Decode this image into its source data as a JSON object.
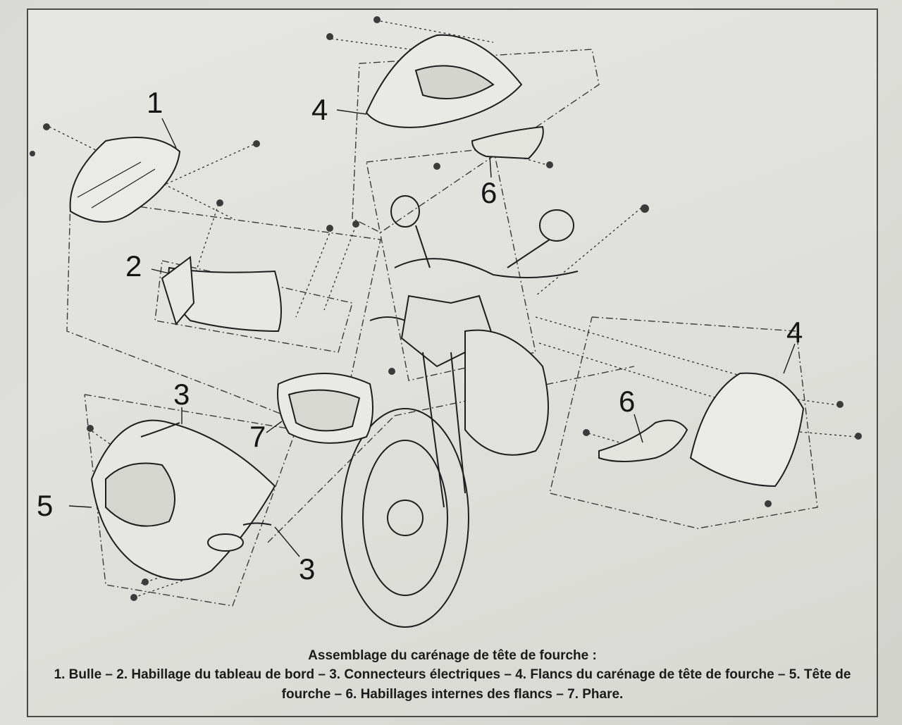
{
  "diagram": {
    "callouts": [
      {
        "id": "c1",
        "label": "1"
      },
      {
        "id": "c2",
        "label": "2"
      },
      {
        "id": "c3a",
        "label": "3"
      },
      {
        "id": "c3b",
        "label": "3"
      },
      {
        "id": "c4a",
        "label": "4"
      },
      {
        "id": "c4b",
        "label": "4"
      },
      {
        "id": "c5",
        "label": "5"
      },
      {
        "id": "c6a",
        "label": "6"
      },
      {
        "id": "c6b",
        "label": "6"
      },
      {
        "id": "c7",
        "label": "7"
      }
    ]
  },
  "caption": {
    "title": "Assemblage du carénage de tête de fourche :",
    "body": "1. Bulle – 2. Habillage du tableau de bord – 3. Connecteurs électriques – 4. Flancs du carénage de tête de fourche – 5. Tête de fourche – 6. Habillages internes des flancs – 7. Phare."
  },
  "colors": {
    "ink": "#1a1a1a",
    "paper": "#e2e2de"
  }
}
